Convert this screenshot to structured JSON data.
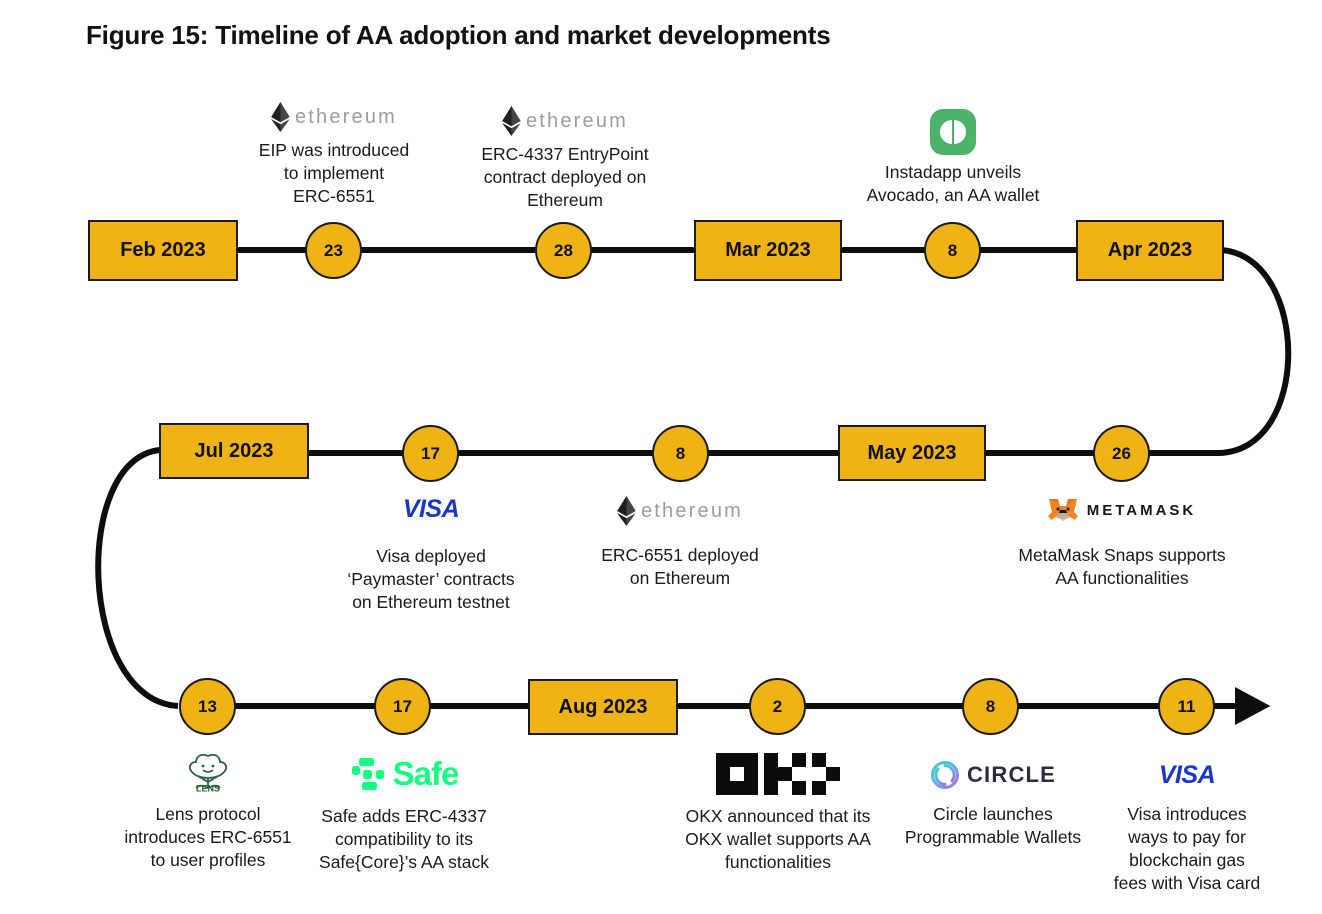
{
  "figure": {
    "title": "Figure 15: Timeline of AA adoption and market developments"
  },
  "colors": {
    "node_fill": "#EFB316",
    "rail": "#0d0d0d",
    "text": "#1a1a1a",
    "visa_blue": "#1a37c8",
    "safe_green": "#12ff80",
    "lens_green": "#29603f",
    "instadapp_green": "#4cb36a",
    "metamask_orange": "#e2761b",
    "circle_navy": "#2b2b43",
    "ethereum_grey": "#9d9d9d"
  },
  "rows": [
    {
      "name": "row-1",
      "nodes": [
        {
          "type": "month",
          "label": "Feb 2023"
        },
        {
          "type": "day",
          "label": "23"
        },
        {
          "type": "day",
          "label": "28"
        },
        {
          "type": "month",
          "label": "Mar  2023"
        },
        {
          "type": "day",
          "label": "8"
        },
        {
          "type": "month",
          "label": "Apr 2023"
        }
      ]
    },
    {
      "name": "row-2",
      "nodes": [
        {
          "type": "month",
          "label": "Jul 2023"
        },
        {
          "type": "day",
          "label": "17"
        },
        {
          "type": "day",
          "label": "8"
        },
        {
          "type": "month",
          "label": "May 2023"
        },
        {
          "type": "day",
          "label": "26"
        }
      ]
    },
    {
      "name": "row-3",
      "nodes": [
        {
          "type": "day",
          "label": "13"
        },
        {
          "type": "day",
          "label": "17"
        },
        {
          "type": "month",
          "label": "Aug 2023"
        },
        {
          "type": "day",
          "label": "2"
        },
        {
          "type": "day",
          "label": "8"
        },
        {
          "type": "day",
          "label": "11"
        }
      ]
    }
  ],
  "events": [
    {
      "id": "eip-6551-introduced",
      "day": "23",
      "logo": "ethereum-logo",
      "logo_word": "ethereum",
      "caption": "EIP was introduced\nto implement\nERC-6551"
    },
    {
      "id": "erc-4337-entrypoint",
      "day": "28",
      "logo": "ethereum-logo",
      "logo_word": "ethereum",
      "caption": "ERC-4337 EntryPoint\ncontract deployed on\nEthereum"
    },
    {
      "id": "instadapp-avocado",
      "day": "8",
      "logo": "instadapp-logo",
      "caption": "Instadapp unveils\nAvocado, an AA wallet"
    },
    {
      "id": "visa-paymaster",
      "day": "17",
      "logo": "visa-logo",
      "logo_word": "VISA",
      "caption": "Visa deployed\n‘Paymaster’ contracts\non Ethereum testnet"
    },
    {
      "id": "erc-6551-deployed",
      "day": "8",
      "logo": "ethereum-logo",
      "logo_word": "ethereum",
      "caption": "ERC-6551 deployed\non Ethereum"
    },
    {
      "id": "metamask-snaps",
      "day": "26",
      "logo": "metamask-logo",
      "logo_word": "METAMASK",
      "caption": "MetaMask Snaps supports\nAA functionalities"
    },
    {
      "id": "lens-protocol",
      "day": "13",
      "logo": "lens-logo",
      "logo_word": "LENS",
      "caption": "Lens protocol\nintroduces ERC-6551\nto user profiles"
    },
    {
      "id": "safe-erc-4337",
      "day": "17",
      "logo": "safe-logo",
      "logo_word": "Safe",
      "caption": "Safe adds ERC-4337\ncompatibility to its\nSafe{Core}’s AA stack"
    },
    {
      "id": "okx-wallet",
      "day": "2",
      "logo": "okx-logo",
      "caption": "OKX announced that its\nOKX wallet supports AA\nfunctionalities"
    },
    {
      "id": "circle-programmable-wallets",
      "day": "8",
      "logo": "circle-logo",
      "logo_word": "CIRCLE",
      "caption": "Circle launches\nProgrammable Wallets"
    },
    {
      "id": "visa-gas-fees",
      "day": "11",
      "logo": "visa-logo",
      "logo_word": "VISA",
      "caption": "Visa introduces\nways to pay for\nblockchain gas\nfees with Visa card"
    }
  ]
}
